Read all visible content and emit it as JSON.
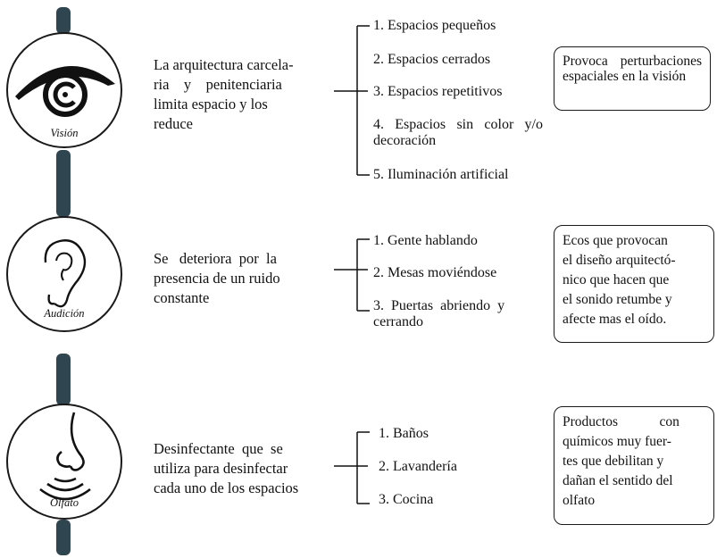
{
  "rows": [
    {
      "sense": "Visión",
      "icon": "eye-icon",
      "description": "La arquitectura carcelaria y penitenciaria limita espacio y los reduce",
      "items": [
        "1. Espacios pequeños",
        "2. Espacios cerrados",
        "3. Espacios repetitivos",
        "4. Espacios sin color y/o decoración",
        "5. Iluminación artificial"
      ],
      "effect": "Provoca perturbaciones espaciales en la visión"
    },
    {
      "sense": "Audición",
      "icon": "ear-icon",
      "description": "Se deteriora por la presencia de un ruido constante",
      "items": [
        "1. Gente hablando",
        "2. Mesas moviéndose",
        "3. Puertas abriendo y cerrando"
      ],
      "effect": "Ecos que provocan el diseño arquitectónico que hacen que el sonido retumbe y afecte mas el oído."
    },
    {
      "sense": "Olfato",
      "icon": "nose-icon",
      "description": "Desinfectante que se utiliza para desinfectar cada uno de los espacios",
      "items": [
        "1. Baños",
        "2. Lavandería",
        "3. Cocina"
      ],
      "effect": "Productos con químicos muy fuertes que debilitan y dañan el sentido del olfato"
    }
  ],
  "colors": {
    "spine": "#2f4650",
    "stroke": "#1a1a1a"
  }
}
